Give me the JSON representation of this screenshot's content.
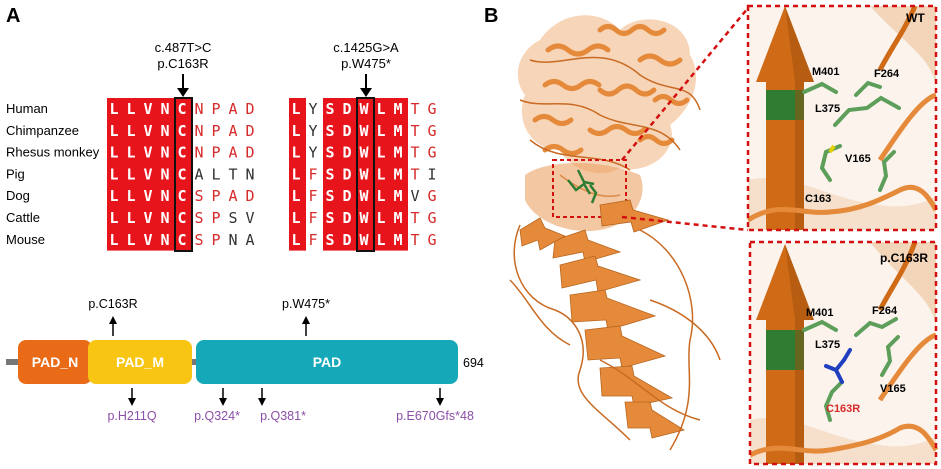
{
  "panel_a": {
    "label": "A",
    "mutation_left": {
      "cdna": "c.487T>C",
      "protein": "p.C163R"
    },
    "mutation_right": {
      "cdna": "c.1425G>A",
      "protein": "p.W475*"
    },
    "species": [
      "Human",
      "Chimpanzee",
      "Rhesus monkey",
      "Pig",
      "Dog",
      "Cattle",
      "Mouse"
    ],
    "alignment_left": [
      "LLVNCNPAD",
      "LLVNCNPAD",
      "LLVNCNPAD",
      "LLVNCALTN",
      "LLVNCSPAD",
      "LLVNCSPSV",
      "LLVNCSPNA"
    ],
    "alignment_right": [
      "LYSDWLMTG",
      "LYSDWLMTG",
      "LYSDWLMTG",
      "LFSDWLMTI",
      "LFSDWLMVG",
      "LFSDWLMTG",
      "LFSDWLMTG"
    ],
    "domains": {
      "pad_n": "PAD_N",
      "pad_m": "PAD_M",
      "pad": "PAD"
    },
    "length": "694",
    "variants_top": [
      "p.C163R",
      "p.W475*"
    ],
    "variants_bottom": [
      "p.H211Q",
      "p.Q324*",
      "p.Q381*",
      "p.E670Gfs*48"
    ]
  },
  "panel_b": {
    "label": "B",
    "inset_top": {
      "tag": "WT",
      "residues": [
        "M401",
        "F264",
        "L375",
        "V165",
        "C163"
      ]
    },
    "inset_bottom": {
      "tag": "p.C163R",
      "residues": [
        "M401",
        "F264",
        "L375",
        "V165"
      ],
      "mutant": "C163R"
    }
  },
  "colors": {
    "conserved_red": "#e8141c",
    "pad_n": "#e96b17",
    "pad_m": "#f7c512",
    "pad": "#15a8b8",
    "backbone": "#777777",
    "protein_orange": "#e58a3b",
    "sidechain_green": "#5d9e5a",
    "highlight_green": "#2e7d32",
    "inset_border": "#d40f0f",
    "variant_purple": "#8b4fa8"
  }
}
